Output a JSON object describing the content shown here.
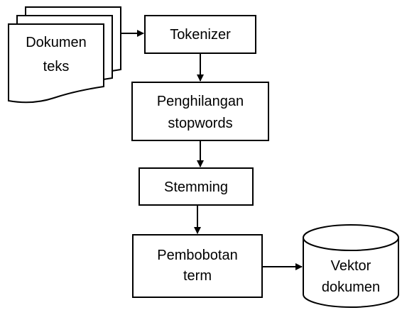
{
  "diagram": {
    "nodes": {
      "documents": {
        "line1": "Dokumen",
        "line2": "teks"
      },
      "tokenizer": {
        "label": "Tokenizer"
      },
      "stopwords": {
        "line1": "Penghilangan",
        "line2": "stopwords"
      },
      "stemming": {
        "label": "Stemming"
      },
      "weighting": {
        "line1": "Pembobotan",
        "line2": "term"
      },
      "vectors": {
        "line1": "Vektor",
        "line2": "dokumen"
      }
    },
    "colors": {
      "stroke": "#000000",
      "fill": "#ffffff",
      "text": "#000000"
    }
  }
}
